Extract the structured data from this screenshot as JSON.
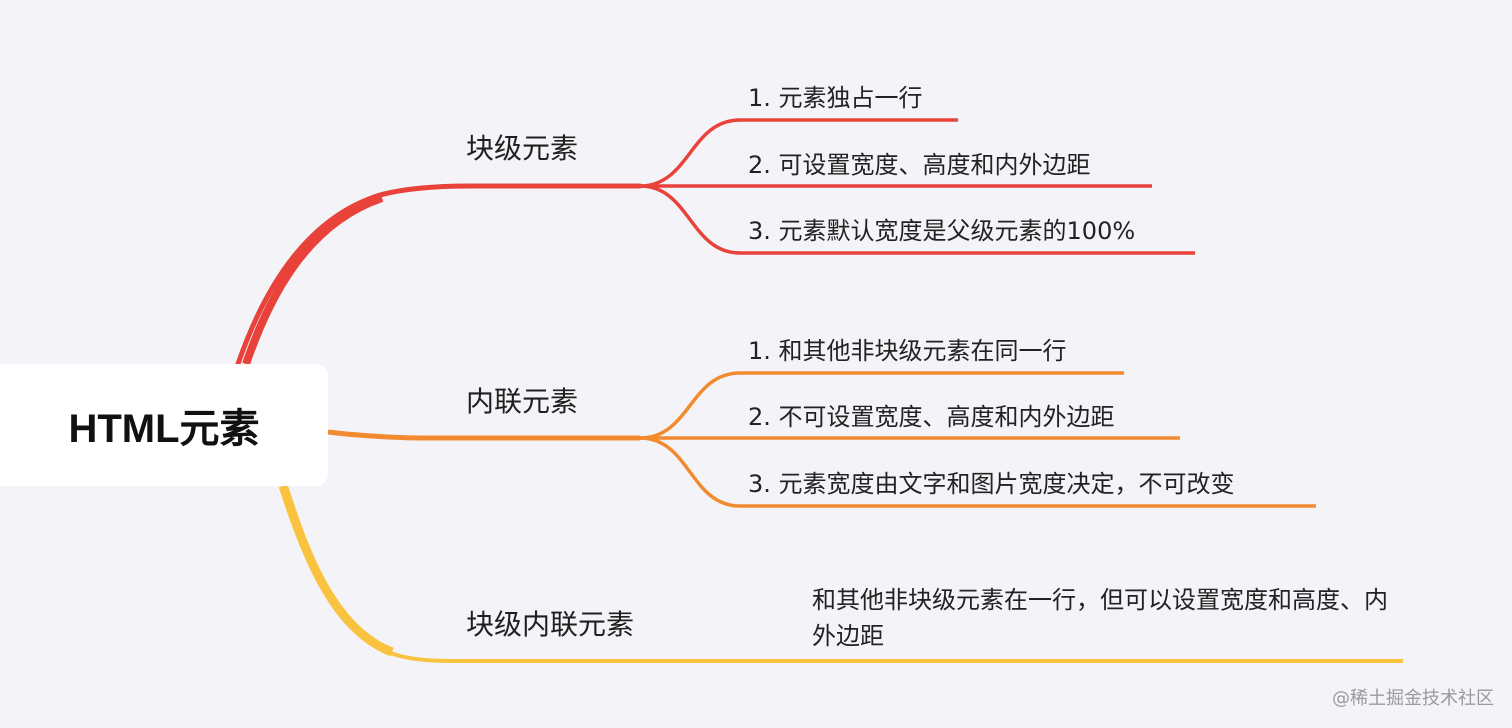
{
  "root": {
    "label": "HTML元素"
  },
  "colors": {
    "background": "#f4f4f8",
    "branch_block": "#e8423b",
    "branch_inline": "#f28b30",
    "branch_inline_block": "#f9c340",
    "text": "#222222"
  },
  "branches": [
    {
      "label": "块级元素",
      "color": "#e8423b",
      "children": [
        "1. 元素独占一行",
        "2. 可设置宽度、高度和内外边距",
        "3. 元素默认宽度是父级元素的100%"
      ]
    },
    {
      "label": "内联元素",
      "color": "#f28b30",
      "children": [
        "1. 和其他非块级元素在同一行",
        "2. 不可设置宽度、高度和内外边距",
        "3. 元素宽度由文字和图片宽度决定，不可改变"
      ]
    },
    {
      "label": "块级内联元素",
      "color": "#f9c340",
      "children": [
        "和其他非块级元素在一行，但可以设置宽度和高度、内外边距"
      ]
    }
  ],
  "watermark": "@稀土掘金技术社区"
}
